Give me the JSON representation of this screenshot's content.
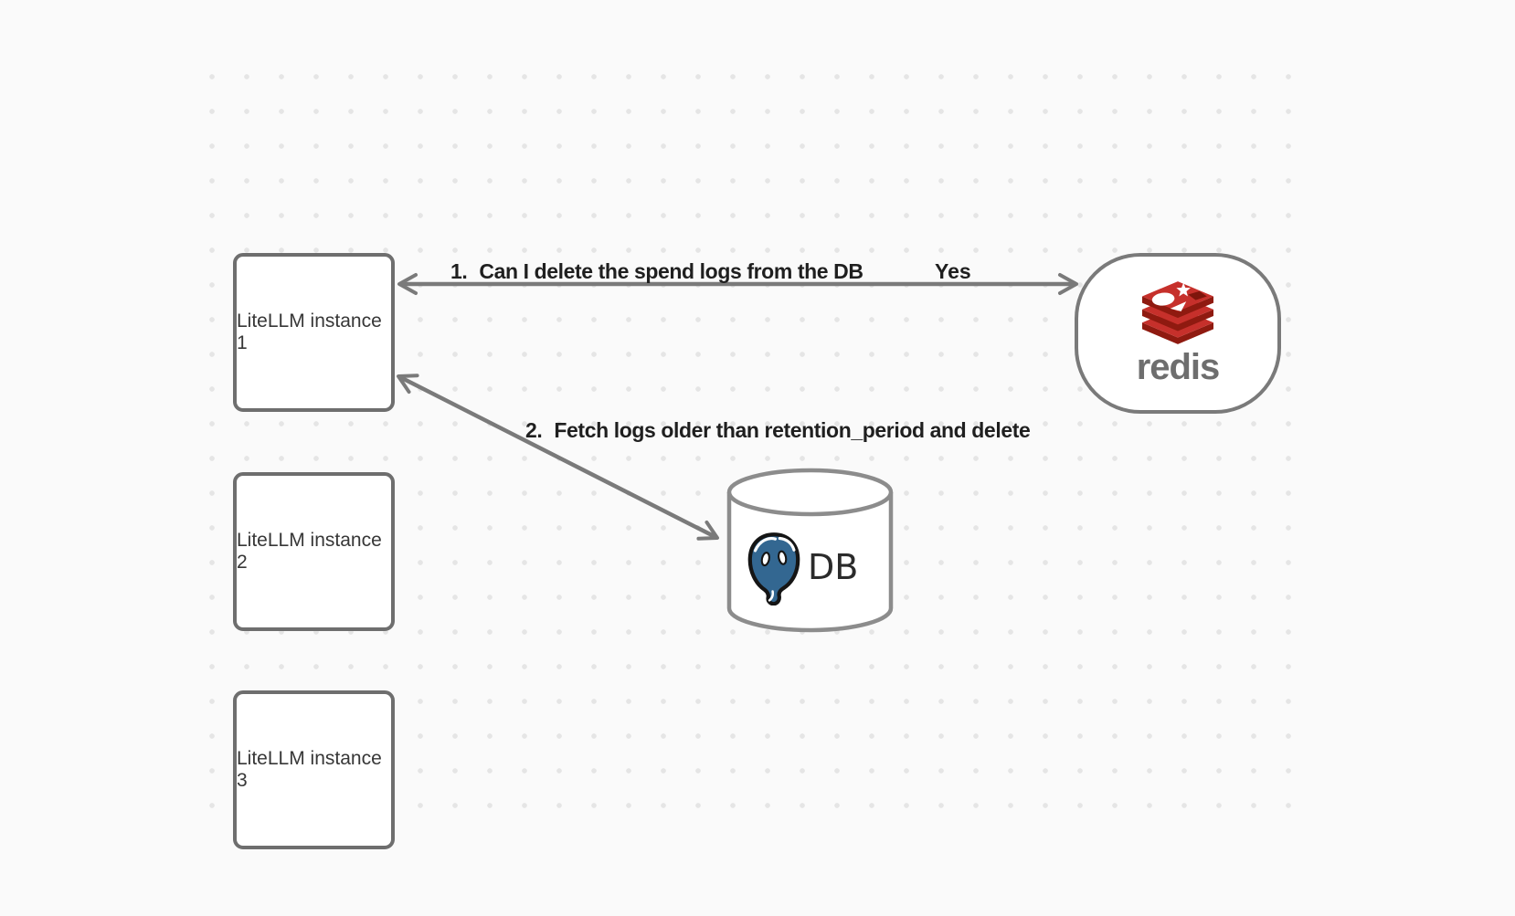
{
  "diagram": {
    "background_color": "#fafafa",
    "dot_grid_color": "#e5e5e5"
  },
  "nodes": {
    "litellm_instances": [
      {
        "label": "LiteLLM instance 1"
      },
      {
        "label": "LiteLLM instance 2"
      },
      {
        "label": "LiteLLM instance 3"
      }
    ],
    "redis": {
      "wordmark": "redis",
      "logo": "redis-logo"
    },
    "db": {
      "label": "DB",
      "logo": "postgresql-elephant-logo",
      "shape": "cylinder"
    }
  },
  "edges": {
    "edge1": {
      "number": "1.",
      "text": "Can I delete the spend logs from the DB",
      "answer": "Yes",
      "from": "LiteLLM instance 1",
      "to": "redis",
      "arrowheads": "both"
    },
    "edge2": {
      "number": "2.",
      "text": "Fetch logs older than retention_period and delete",
      "from": "LiteLLM instance 1",
      "to": "DB",
      "arrowheads": "both"
    }
  },
  "colors": {
    "arrow": "#7a7a7a",
    "box_border": "#6e6e6e",
    "cylinder_border": "#8c8c8c",
    "redis_red": "#c6302b",
    "redis_dark_red": "#8f1a10",
    "postgres_blue": "#336791",
    "edge_label_text": "#1f1f1f",
    "node_label_text": "#373737",
    "redis_wordmark_text": "#6e6e6e"
  }
}
